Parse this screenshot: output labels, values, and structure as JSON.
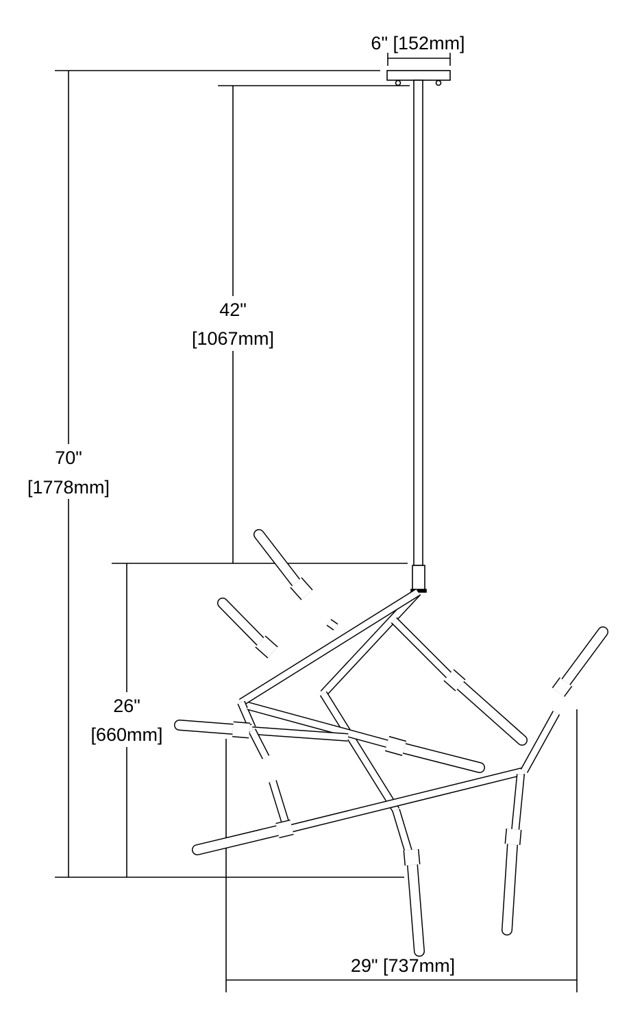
{
  "dimensions": {
    "canopy_width": "6\" [152mm]",
    "overall_height": {
      "imperial": "70\"",
      "metric": "[1778mm]"
    },
    "rod_length": {
      "imperial": "42\"",
      "metric": "[1067mm]"
    },
    "fixture_height": {
      "imperial": "26\"",
      "metric": "[660mm]"
    },
    "fixture_width": "29\" [737mm]"
  },
  "colors": {
    "line": "#000000",
    "background": "#ffffff"
  }
}
